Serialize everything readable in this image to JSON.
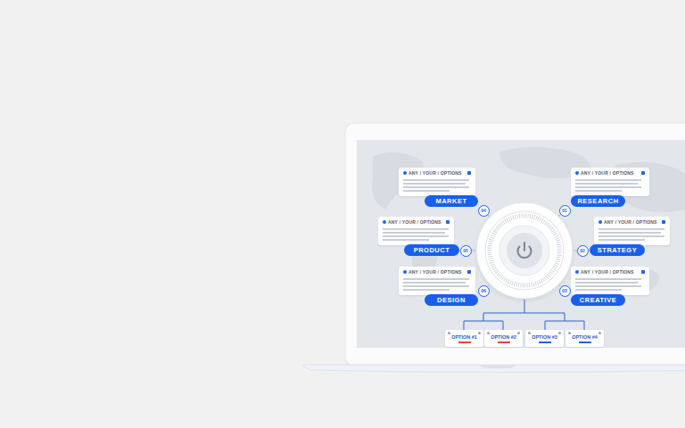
{
  "diagram": {
    "nodes": [
      {
        "text": [
          "ANY / YOUR / OPTIONS"
        ]
      },
      {
        "text": [
          "ANY / YOUR / OPTIONS"
        ]
      },
      {
        "text": [
          "MARKET"
        ]
      },
      {
        "text": [
          "04"
        ]
      },
      {
        "text": [
          "01"
        ]
      },
      {
        "text": [
          "RESEARCH"
        ]
      },
      {
        "text": [
          "ANY / YOUR / OPTIONS"
        ]
      },
      {
        "text": [
          "ANY / YOUR / OPTIONS"
        ]
      },
      {
        "text": [
          "PRODUCT"
        ]
      },
      {
        "text": [
          "05"
        ]
      },
      {
        "text": [
          "02"
        ]
      },
      {
        "text": [
          "STRATEGY"
        ]
      },
      {
        "text": [
          "ANY / YOUR / OPTIONS"
        ]
      },
      {
        "text": [
          "ANY / YOUR / OPTIONS"
        ]
      },
      {
        "text": [
          "DESIGN"
        ]
      },
      {
        "text": [
          "06"
        ]
      },
      {
        "text": [
          "03"
        ]
      },
      {
        "text": [
          "CREATIVE"
        ]
      },
      {
        "text": [
          "OPTION #1"
        ]
      },
      {
        "text": [
          "OPTION #2"
        ]
      },
      {
        "text": [
          "OPTION #3"
        ]
      },
      {
        "text": [
          "OPTION #4"
        ]
      }
    ]
  }
}
